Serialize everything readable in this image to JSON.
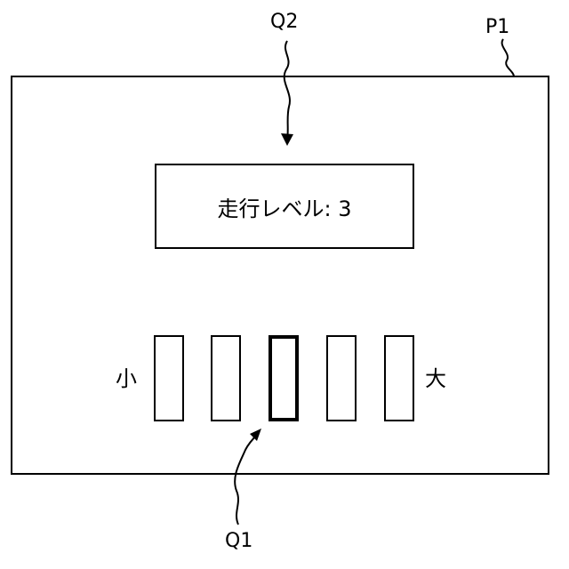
{
  "references": {
    "panel": "P1",
    "indicator": "Q1",
    "level_display": "Q2"
  },
  "level_display": {
    "text": "走行レベル: 3"
  },
  "level_scale": {
    "min_label": "小",
    "max_label": "大",
    "level_count": 5,
    "selected_level": 3
  }
}
